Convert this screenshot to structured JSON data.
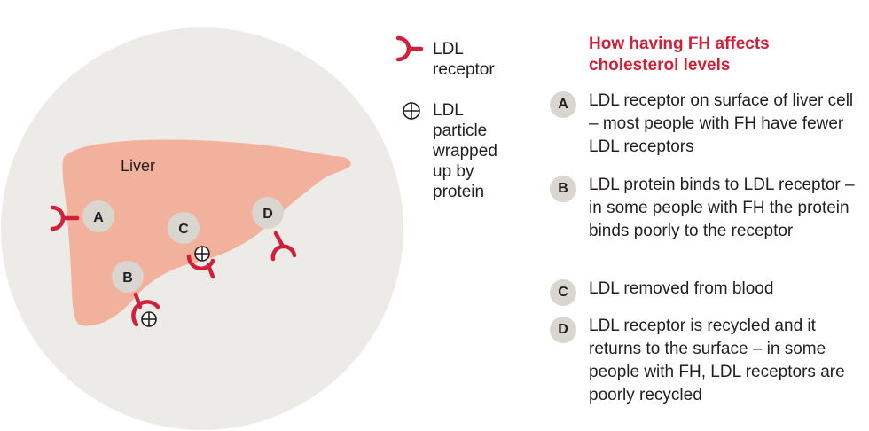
{
  "diagram": {
    "organ_label": "Liver",
    "markers": [
      "A",
      "B",
      "C",
      "D"
    ]
  },
  "legend": {
    "receptor_label": "LDL receptor",
    "particle_label": "LDL particle wrapped up by protein"
  },
  "panel": {
    "title": "How having FH affects cholesterol levels",
    "steps": [
      {
        "letter": "A",
        "text": "LDL receptor on surface of liver cell – most people with FH have fewer LDL receptors"
      },
      {
        "letter": "B",
        "text": "LDL protein binds to LDL receptor – in some people with FH the protein binds poorly to the receptor"
      },
      {
        "letter": "C",
        "text": "LDL removed from blood"
      },
      {
        "letter": "D",
        "text": "LDL receptor is recycled and it returns to the surface – in some people with FH, LDL receptors are poorly recycled"
      }
    ]
  },
  "colors": {
    "circle": "#ecebe8",
    "liver": "#f2b19c",
    "marker": "#d9d6cf",
    "receptor": "#d0213a",
    "title": "#d0213a",
    "text": "#231f20"
  }
}
